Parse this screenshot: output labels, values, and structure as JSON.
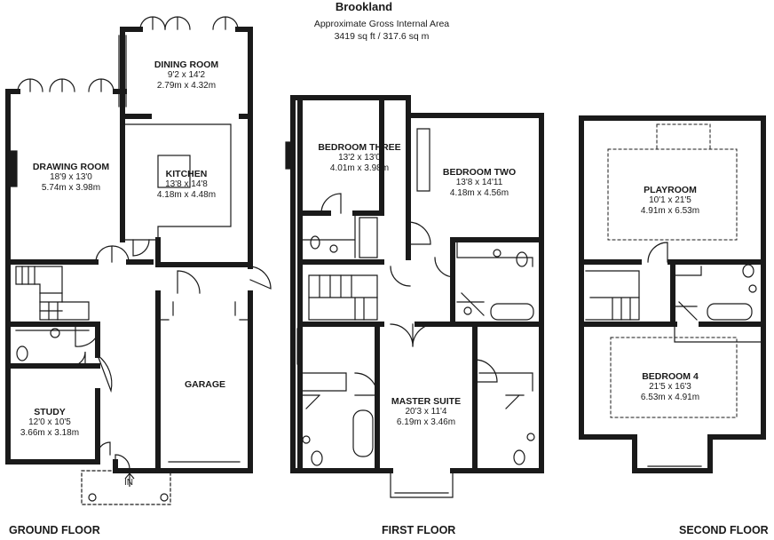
{
  "header": {
    "title": "Brookland",
    "subtitle": "Approximate Gross Internal Area",
    "area": "3419 sq ft / 317.6 sq m"
  },
  "floors": {
    "ground": "GROUND FLOOR",
    "first": "FIRST FLOOR",
    "second": "SECOND FLOOR"
  },
  "rooms": {
    "dining": {
      "name": "DINING ROOM",
      "imperial": "9'2 x 14'2",
      "metric": "2.79m x 4.32m"
    },
    "drawing": {
      "name": "DRAWING ROOM",
      "imperial": "18'9 x 13'0",
      "metric": "5.74m x 3.98m"
    },
    "kitchen": {
      "name": "KITCHEN",
      "imperial": "13'8 x 14'8",
      "metric": "4.18m x 4.48m"
    },
    "study": {
      "name": "STUDY",
      "imperial": "12'0 x 10'5",
      "metric": "3.66m x 3.18m"
    },
    "garage": {
      "name": "GARAGE"
    },
    "bed3": {
      "name": "BEDROOM THREE",
      "imperial": "13'2 x 13'0",
      "metric": "4.01m x 3.98m"
    },
    "bed2": {
      "name": "BEDROOM TWO",
      "imperial": "13'8 x 14'11",
      "metric": "4.18m x 4.56m"
    },
    "master": {
      "name": "MASTER SUITE",
      "imperial": "20'3 x 11'4",
      "metric": "6.19m x 3.46m"
    },
    "playroom": {
      "name": "PLAYROOM",
      "imperial": "10'1 x 21'5",
      "metric": "4.91m x 6.53m"
    },
    "bed4": {
      "name": "BEDROOM 4",
      "imperial": "21'5 x 16'3",
      "metric": "6.53m x 4.91m"
    }
  },
  "entrance_label": "IN"
}
